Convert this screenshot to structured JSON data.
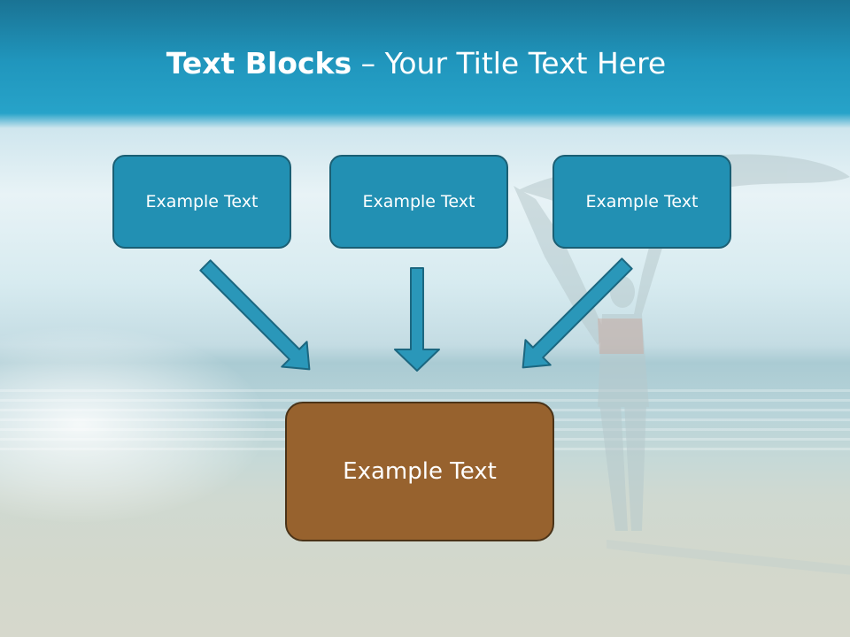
{
  "slide": {
    "title_bold": "Text Blocks",
    "title_dash": " – ",
    "title_rest": "Your Title Text Here"
  },
  "blocks": [
    {
      "label": "Example Text"
    },
    {
      "label": "Example Text"
    },
    {
      "label": "Example Text"
    }
  ],
  "target": {
    "label": "Example Text"
  },
  "colors": {
    "header": "#2096bd",
    "block_fill": "#2290b3",
    "block_border": "#1b5f74",
    "target_fill": "#97622e",
    "target_border": "#4a3318",
    "arrow_fill": "#2a97b9",
    "arrow_stroke": "#1c6780"
  },
  "icons": [
    "down-right-arrow-icon",
    "down-arrow-icon",
    "down-left-arrow-icon"
  ]
}
